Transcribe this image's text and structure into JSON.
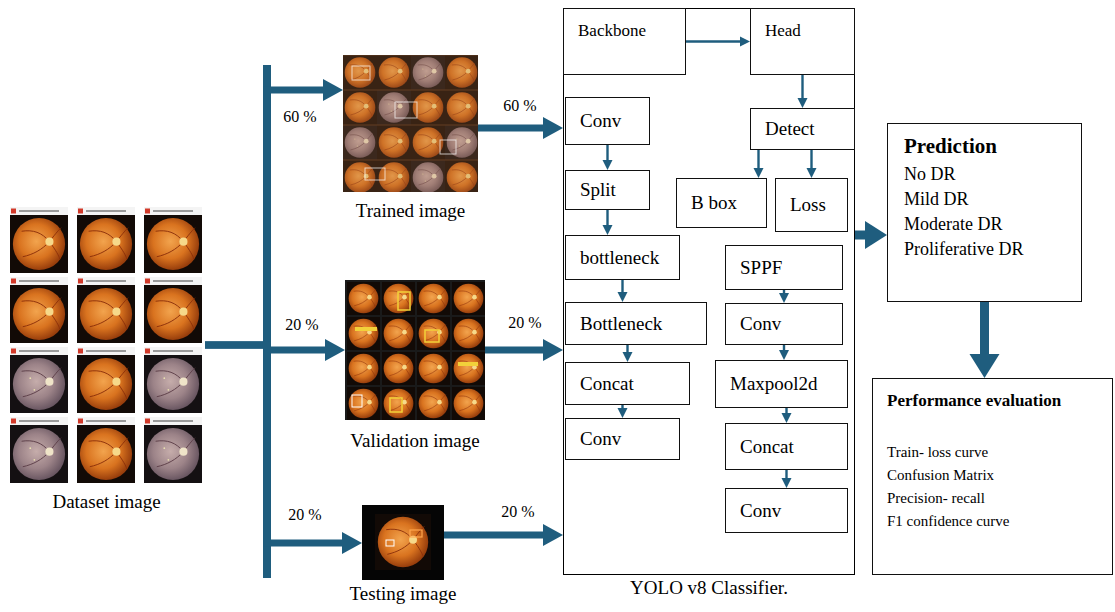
{
  "diagram": {
    "nodes": [
      {
        "text": [
          "Dataset image"
        ]
      },
      {
        "text": [
          "Trained image"
        ]
      },
      {
        "text": [
          "Validation image"
        ]
      },
      {
        "text": [
          "Testing image"
        ]
      },
      {
        "text": [
          "YOLO v8 Classifier."
        ]
      },
      {
        "text": [
          "Backbone"
        ],
        "in": 4
      },
      {
        "text": [
          "Head"
        ],
        "in": 4
      },
      {
        "text": [
          "Detect"
        ],
        "in": 4
      },
      {
        "text": [
          "B box"
        ],
        "in": 4
      },
      {
        "text": [
          "Loss"
        ],
        "in": 4
      },
      {
        "text": [
          "Conv"
        ],
        "in": 4
      },
      {
        "text": [
          "Split"
        ],
        "in": 4
      },
      {
        "text": [
          "bottleneck"
        ],
        "in": 4
      },
      {
        "text": [
          "Bottleneck"
        ],
        "in": 4
      },
      {
        "text": [
          "Concat"
        ],
        "in": 4
      },
      {
        "text": [
          "Conv"
        ],
        "in": 4
      },
      {
        "text": [
          "SPPF"
        ],
        "in": 4
      },
      {
        "text": [
          "Conv"
        ],
        "in": 4
      },
      {
        "text": [
          "Maxpool2d"
        ],
        "in": 4
      },
      {
        "text": [
          "Concat"
        ],
        "in": 4
      },
      {
        "text": [
          "Conv"
        ],
        "in": 4
      },
      {
        "text": [
          "Prediction",
          "No DR",
          "Mild DR",
          "Moderate DR",
          "Proliferative DR"
        ]
      },
      {
        "text": [
          "Performance evaluation",
          "Train- loss curve",
          "Confusion Matrix",
          "Precision- recall",
          "F1 confidence curve"
        ]
      }
    ],
    "edges": [
      {
        "from": 0,
        "to": 1,
        "arrow": "to",
        "label": "60 %"
      },
      {
        "from": 0,
        "to": 2,
        "arrow": "to",
        "label": "20 %"
      },
      {
        "from": 0,
        "to": 3,
        "arrow": "to",
        "label": "20 %"
      },
      {
        "from": 1,
        "to": 4,
        "arrow": "to",
        "label": "60 %"
      },
      {
        "from": 2,
        "to": 4,
        "arrow": "to",
        "label": "20 %"
      },
      {
        "from": 3,
        "to": 4,
        "arrow": "to",
        "label": "20 %"
      },
      {
        "from": 5,
        "to": 6,
        "arrow": "to"
      },
      {
        "from": 6,
        "to": 7,
        "arrow": "to"
      },
      {
        "from": 7,
        "to": 8,
        "arrow": "to"
      },
      {
        "from": 7,
        "to": 9,
        "arrow": "to"
      },
      {
        "from": 10,
        "to": 11,
        "arrow": "to"
      },
      {
        "from": 11,
        "to": 12,
        "arrow": "to"
      },
      {
        "from": 12,
        "to": 13,
        "arrow": "to"
      },
      {
        "from": 13,
        "to": 14,
        "arrow": "to"
      },
      {
        "from": 14,
        "to": 15,
        "arrow": "to"
      },
      {
        "from": 16,
        "to": 17,
        "arrow": "to"
      },
      {
        "from": 17,
        "to": 18,
        "arrow": "to"
      },
      {
        "from": 18,
        "to": 19,
        "arrow": "to"
      },
      {
        "from": 19,
        "to": 20,
        "arrow": "to"
      },
      {
        "from": 4,
        "to": 21,
        "arrow": "to"
      },
      {
        "from": 21,
        "to": 22,
        "arrow": "to"
      }
    ]
  }
}
